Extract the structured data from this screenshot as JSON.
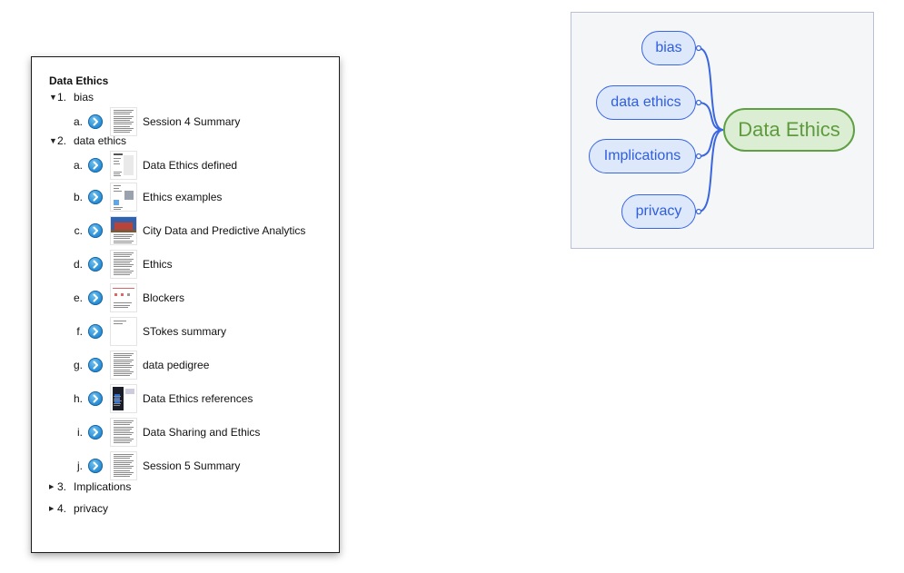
{
  "outline": {
    "title": "Data Ethics",
    "topics": [
      {
        "num": "1.",
        "label": "bias",
        "expanded": true,
        "entries": [
          {
            "letter": "a.",
            "title": "Session 4 Summary",
            "thumb": "text"
          }
        ]
      },
      {
        "num": "2.",
        "label": "data ethics",
        "expanded": true,
        "entries": [
          {
            "letter": "a.",
            "title": "Data Ethics defined",
            "thumb": "sparse"
          },
          {
            "letter": "b.",
            "title": "Ethics examples",
            "thumb": "mixed"
          },
          {
            "letter": "c.",
            "title": "City Data and Predictive Analytics",
            "thumb": "photo"
          },
          {
            "letter": "d.",
            "title": "Ethics",
            "thumb": "text"
          },
          {
            "letter": "e.",
            "title": "Blockers",
            "thumb": "slide"
          },
          {
            "letter": "f.",
            "title": "STokes summary",
            "thumb": "blank"
          },
          {
            "letter": "g.",
            "title": "data pedigree",
            "thumb": "text"
          },
          {
            "letter": "h.",
            "title": "Data Ethics references",
            "thumb": "dark"
          },
          {
            "letter": "i.",
            "title": "Data Sharing and Ethics",
            "thumb": "text"
          },
          {
            "letter": "j.",
            "title": "Session 5 Summary",
            "thumb": "text"
          }
        ]
      },
      {
        "num": "3.",
        "label": "Implications",
        "expanded": false,
        "entries": []
      },
      {
        "num": "4.",
        "label": "privacy",
        "expanded": false,
        "entries": []
      }
    ],
    "triangle_expanded": "▼",
    "triangle_collapsed": "▶"
  },
  "mindmap": {
    "root": "Data Ethics",
    "leaves": [
      "bias",
      "data ethics",
      "Implications",
      "privacy"
    ],
    "colors": {
      "leaf_fill": "#dde8fb",
      "leaf_stroke": "#3a66e0",
      "leaf_text": "#2f5ee0",
      "root_fill": "#dbeed3",
      "root_stroke": "#5fa043",
      "root_text": "#5f9a3f",
      "connector": "#3a66e0"
    }
  },
  "icons": {
    "go_button": "circled-chevron-right-icon",
    "expand": "triangle-down-icon",
    "collapse": "triangle-right-icon"
  }
}
